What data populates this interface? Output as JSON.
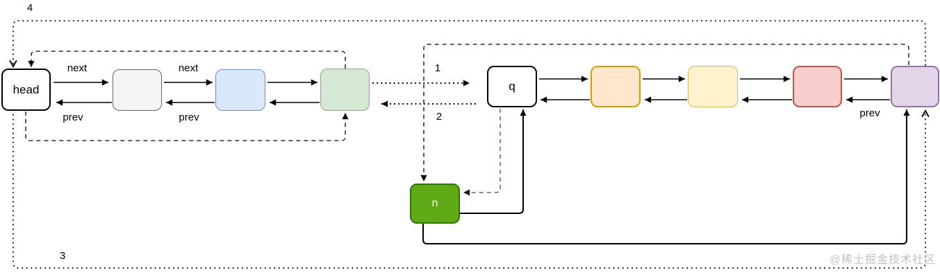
{
  "diagram": {
    "watermark": "@稀土掘金技术社区",
    "nodes": [
      {
        "id": "head",
        "label": "head",
        "fill": "#ffffff",
        "border": "#000000"
      },
      {
        "id": "node-gray",
        "label": "",
        "fill": "#f5f5f5",
        "border": "#666666"
      },
      {
        "id": "node-blue",
        "label": "",
        "fill": "#dae8fc",
        "border": "#6c8ebf"
      },
      {
        "id": "node-green",
        "label": "",
        "fill": "#d5e8d4",
        "border": "#82b366"
      },
      {
        "id": "q",
        "label": "q",
        "fill": "#ffffff",
        "border": "#000000"
      },
      {
        "id": "node-orange",
        "label": "",
        "fill": "#ffe6cc",
        "border": "#d79b00"
      },
      {
        "id": "node-yellow",
        "label": "",
        "fill": "#fff2cc",
        "border": "#d6b656"
      },
      {
        "id": "node-red",
        "label": "",
        "fill": "#f8cecc",
        "border": "#b85450"
      },
      {
        "id": "node-purple",
        "label": "",
        "fill": "#e1d5e7",
        "border": "#9673a6"
      },
      {
        "id": "n",
        "label": "n",
        "fill": "#60a917",
        "border": "#2d7600",
        "text_color": "#ffffff"
      }
    ],
    "edge_labels": {
      "next_a": "next",
      "prev_a": "prev",
      "next_b": "next",
      "prev_b": "prev",
      "prev_tail": "prev"
    },
    "step_labels": {
      "step1": "1",
      "step2": "2",
      "step3": "3",
      "step4": "4"
    }
  }
}
